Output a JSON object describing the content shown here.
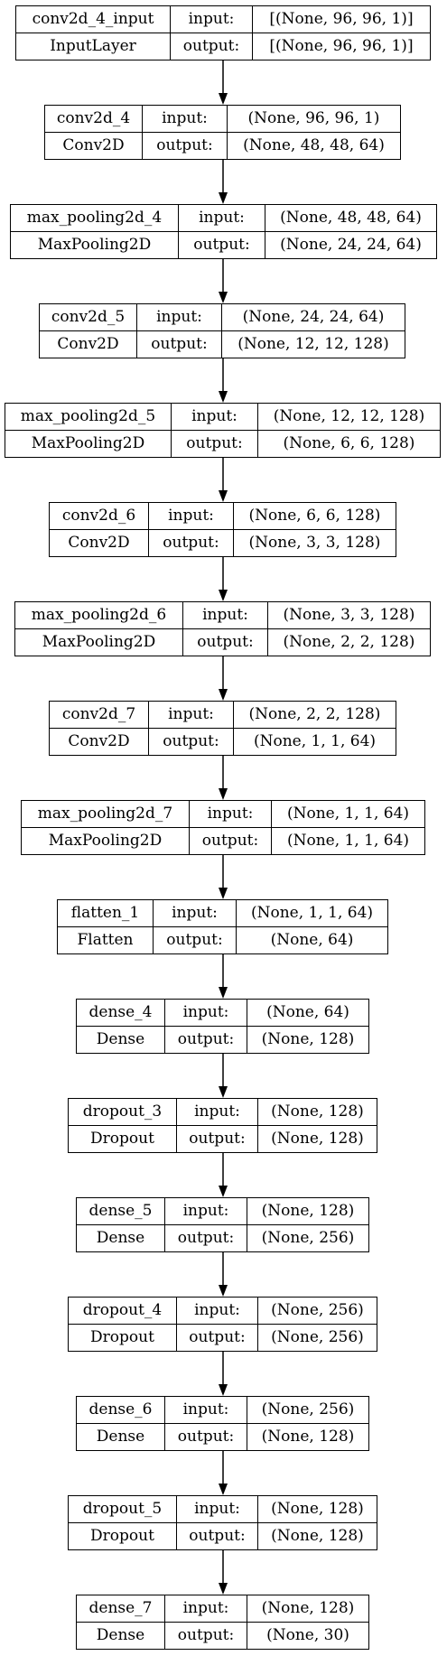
{
  "colors": {
    "line": "#000000",
    "background": "#ffffff"
  },
  "diagram": {
    "layers": [
      {
        "name": "conv2d_4_input",
        "type": "InputLayer",
        "input_label": "input:",
        "output_label": "output:",
        "input_shape": "[(None, 96, 96, 1)]",
        "output_shape": "[(None, 96, 96, 1)]"
      },
      {
        "name": "conv2d_4",
        "type": "Conv2D",
        "input_label": "input:",
        "output_label": "output:",
        "input_shape": "(None, 96, 96, 1)",
        "output_shape": "(None, 48, 48, 64)"
      },
      {
        "name": "max_pooling2d_4",
        "type": "MaxPooling2D",
        "input_label": "input:",
        "output_label": "output:",
        "input_shape": "(None, 48, 48, 64)",
        "output_shape": "(None, 24, 24, 64)"
      },
      {
        "name": "conv2d_5",
        "type": "Conv2D",
        "input_label": "input:",
        "output_label": "output:",
        "input_shape": "(None, 24, 24, 64)",
        "output_shape": "(None, 12, 12, 128)"
      },
      {
        "name": "max_pooling2d_5",
        "type": "MaxPooling2D",
        "input_label": "input:",
        "output_label": "output:",
        "input_shape": "(None, 12, 12, 128)",
        "output_shape": "(None, 6, 6, 128)"
      },
      {
        "name": "conv2d_6",
        "type": "Conv2D",
        "input_label": "input:",
        "output_label": "output:",
        "input_shape": "(None, 6, 6, 128)",
        "output_shape": "(None, 3, 3, 128)"
      },
      {
        "name": "max_pooling2d_6",
        "type": "MaxPooling2D",
        "input_label": "input:",
        "output_label": "output:",
        "input_shape": "(None, 3, 3, 128)",
        "output_shape": "(None, 2, 2, 128)"
      },
      {
        "name": "conv2d_7",
        "type": "Conv2D",
        "input_label": "input:",
        "output_label": "output:",
        "input_shape": "(None, 2, 2, 128)",
        "output_shape": "(None, 1, 1, 64)"
      },
      {
        "name": "max_pooling2d_7",
        "type": "MaxPooling2D",
        "input_label": "input:",
        "output_label": "output:",
        "input_shape": "(None, 1, 1, 64)",
        "output_shape": "(None, 1, 1, 64)"
      },
      {
        "name": "flatten_1",
        "type": "Flatten",
        "input_label": "input:",
        "output_label": "output:",
        "input_shape": "(None, 1, 1, 64)",
        "output_shape": "(None, 64)"
      },
      {
        "name": "dense_4",
        "type": "Dense",
        "input_label": "input:",
        "output_label": "output:",
        "input_shape": "(None, 64)",
        "output_shape": "(None, 128)"
      },
      {
        "name": "dropout_3",
        "type": "Dropout",
        "input_label": "input:",
        "output_label": "output:",
        "input_shape": "(None, 128)",
        "output_shape": "(None, 128)"
      },
      {
        "name": "dense_5",
        "type": "Dense",
        "input_label": "input:",
        "output_label": "output:",
        "input_shape": "(None, 128)",
        "output_shape": "(None, 256)"
      },
      {
        "name": "dropout_4",
        "type": "Dropout",
        "input_label": "input:",
        "output_label": "output:",
        "input_shape": "(None, 256)",
        "output_shape": "(None, 256)"
      },
      {
        "name": "dense_6",
        "type": "Dense",
        "input_label": "input:",
        "output_label": "output:",
        "input_shape": "(None, 256)",
        "output_shape": "(None, 128)"
      },
      {
        "name": "dropout_5",
        "type": "Dropout",
        "input_label": "input:",
        "output_label": "output:",
        "input_shape": "(None, 128)",
        "output_shape": "(None, 128)"
      },
      {
        "name": "dense_7",
        "type": "Dense",
        "input_label": "input:",
        "output_label": "output:",
        "input_shape": "(None, 128)",
        "output_shape": "(None, 30)"
      }
    ]
  }
}
